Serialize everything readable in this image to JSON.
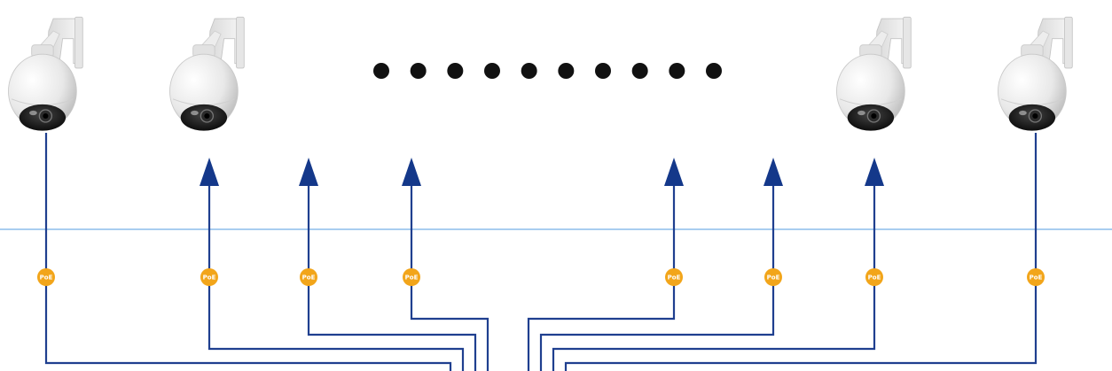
{
  "diagram": {
    "poe_badge_text": "PoE",
    "colors": {
      "cable": "#1f3f8f",
      "arrow": "#14388a",
      "poe_badge": "#f2a51a",
      "divider_line": "#a9cdf0",
      "dots": "#111111",
      "camera_body": "#f2f2f2",
      "camera_lens": "#1a1a1a"
    },
    "cameras": [
      {
        "icon": "ptz-dome-camera-icon",
        "connection": "direct"
      },
      {
        "icon": "ptz-dome-camera-icon",
        "connection": "arrow"
      },
      {
        "icon": "ptz-dome-camera-icon",
        "connection": "arrow"
      },
      {
        "icon": "ptz-dome-camera-icon",
        "connection": "direct"
      }
    ],
    "ellipsis_dot_count": 10,
    "port_count": 8
  }
}
